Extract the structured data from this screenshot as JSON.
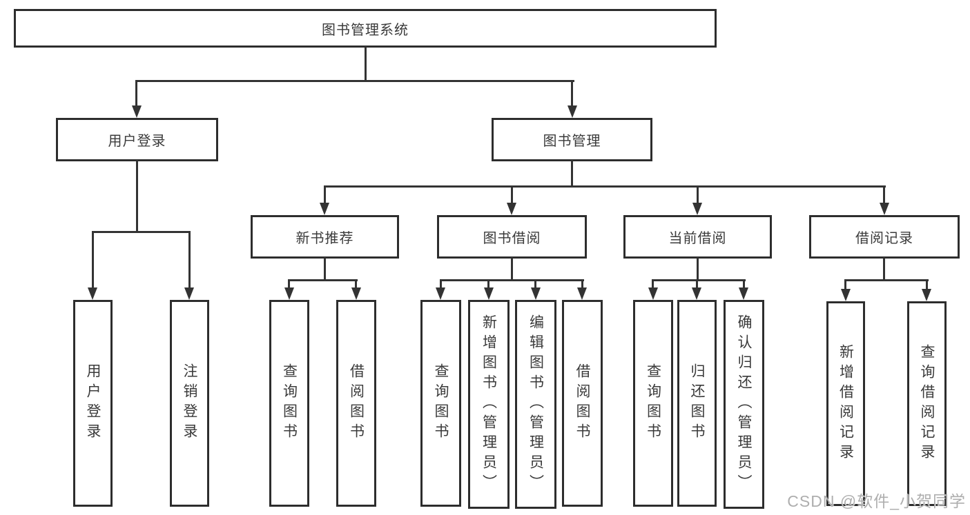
{
  "diagram": {
    "root": {
      "label": "图书管理系统"
    },
    "level1": {
      "user_login": {
        "label": "用户登录"
      },
      "book_management": {
        "label": "图书管理"
      }
    },
    "level2": {
      "new_book_recommend": {
        "label": "新书推荐"
      },
      "book_borrow": {
        "label": "图书借阅"
      },
      "current_borrow": {
        "label": "当前借阅"
      },
      "borrow_records": {
        "label": "借阅记录"
      }
    },
    "leaves": {
      "user_login": [
        "用户登录",
        "注销登录"
      ],
      "new_book_recommend": [
        "查询图书",
        "借阅图书"
      ],
      "book_borrow": [
        "查询图书",
        "新增图书（管理员）",
        "编辑图书（管理员）",
        "借阅图书"
      ],
      "current_borrow": [
        "查询图书",
        "归还图书",
        "确认归还（管理员）"
      ],
      "borrow_records": [
        "新增借阅记录",
        "查询借阅记录"
      ]
    },
    "colors": {
      "line": "#333333",
      "border": "#2d2d2d",
      "text": "#3a3a3a",
      "watermark_text": "#aeaeae",
      "background": "#ffffff"
    }
  },
  "watermark": {
    "text": "CSDN @软件_小贺同学"
  }
}
